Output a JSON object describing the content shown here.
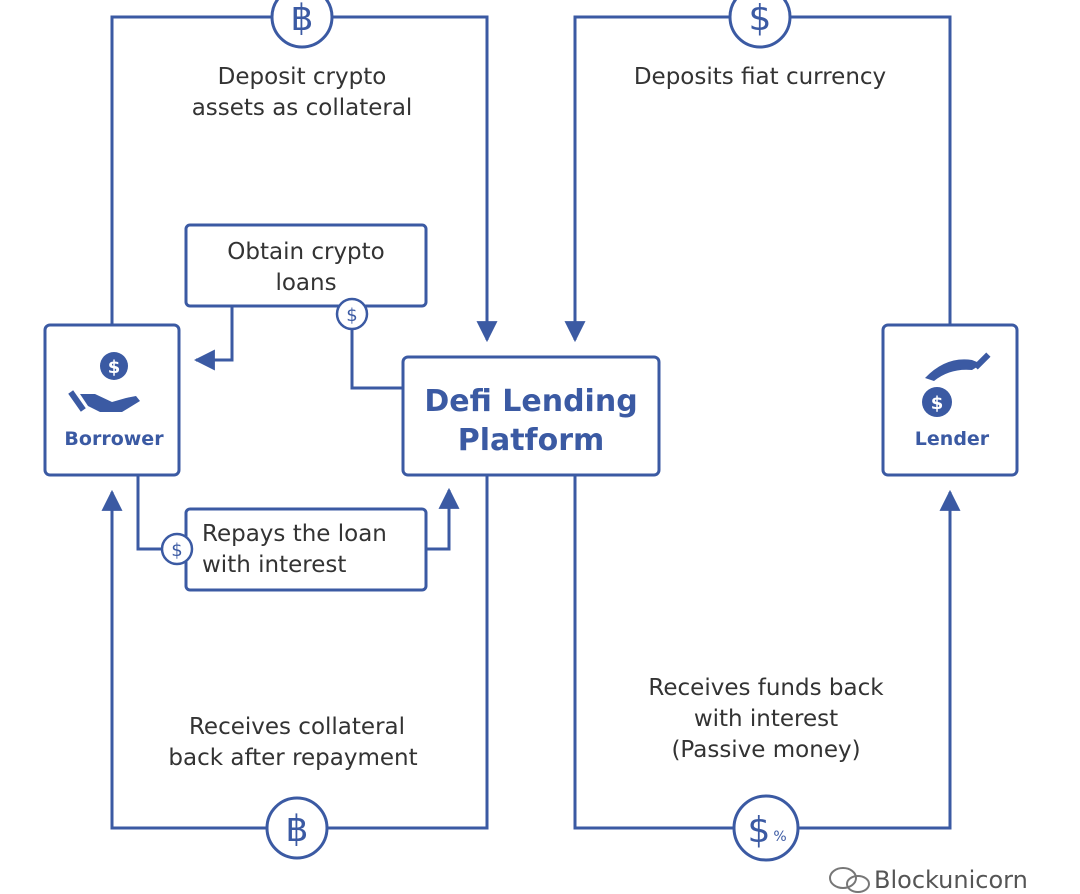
{
  "colors": {
    "accent": "#3b5aa3",
    "text": "#333333",
    "background": "#ffffff"
  },
  "nodes": {
    "platform": {
      "line1": "Defi Lending",
      "line2": "Platform"
    },
    "borrower": {
      "label": "Borrower",
      "icon": "hand-holding-coin-icon"
    },
    "lender": {
      "label": "Lender",
      "icon": "hand-giving-coin-icon"
    }
  },
  "flows": {
    "deposit_collateral": {
      "line1": "Deposit crypto",
      "line2": "assets as collateral",
      "symbol": "฿"
    },
    "deposit_fiat": {
      "line1": "Deposits fiat currency",
      "symbol": "$"
    },
    "obtain_loans": {
      "line1": "Obtain crypto",
      "line2": "loans",
      "symbol": "$"
    },
    "repay_loan": {
      "line1": "Repays the loan",
      "line2": "with interest",
      "symbol": "$"
    },
    "collateral_back": {
      "line1": "Receives collateral",
      "line2": "back after repayment",
      "symbol": "฿"
    },
    "funds_back": {
      "line1": "Receives funds back",
      "line2": "with interest",
      "line3": "(Passive money)",
      "symbol": "$",
      "symbol_suffix": "%"
    }
  },
  "watermark": {
    "text": "Blockunicorn"
  }
}
